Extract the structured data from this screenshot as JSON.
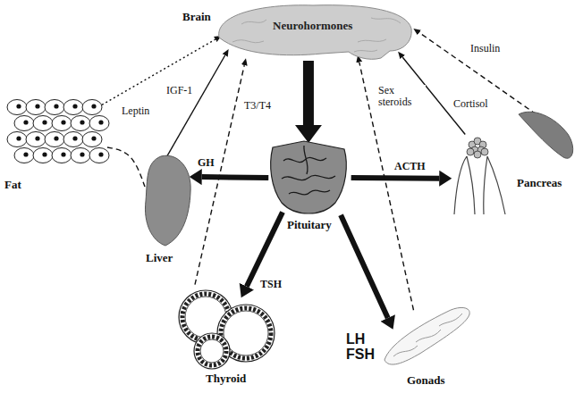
{
  "diagram": {
    "nodes": [
      {
        "text": [
          "Brain",
          "Neurohormones"
        ]
      },
      {
        "text": [
          "Fat"
        ]
      },
      {
        "text": [
          "Liver"
        ]
      },
      {
        "text": [
          "Pituitary"
        ]
      },
      {
        "text": []
      },
      {
        "text": [
          "Pancreas"
        ]
      },
      {
        "text": [
          "Thyroid"
        ]
      },
      {
        "text": [
          "Gonads"
        ]
      }
    ],
    "edges": [
      {
        "from": 0,
        "to": 3,
        "arrow": "to"
      },
      {
        "from": 3,
        "to": 2,
        "label": "GH",
        "arrow": "to"
      },
      {
        "from": 3,
        "to": 6,
        "label": "TSH",
        "arrow": "to"
      },
      {
        "from": 3,
        "to": 7,
        "label": "LH FSH",
        "arrow": "to"
      },
      {
        "from": 3,
        "to": 4,
        "label": "ACTH",
        "arrow": "to"
      },
      {
        "from": 2,
        "to": 0,
        "label": "IGF-1",
        "arrow": "to"
      },
      {
        "from": 1,
        "to": 0,
        "label": "Leptin",
        "arrow": "to"
      },
      {
        "from": 6,
        "to": 0,
        "label": "T3/T4",
        "arrow": "to"
      },
      {
        "from": 7,
        "to": 0,
        "label": "Sex steroids",
        "arrow": "to"
      },
      {
        "from": 4,
        "to": 0,
        "label": "Cortisol",
        "arrow": "to"
      },
      {
        "from": 5,
        "to": 0,
        "label": "Insulin",
        "arrow": "to"
      },
      {
        "from": 1,
        "to": 2,
        "arrow": "none"
      }
    ]
  }
}
